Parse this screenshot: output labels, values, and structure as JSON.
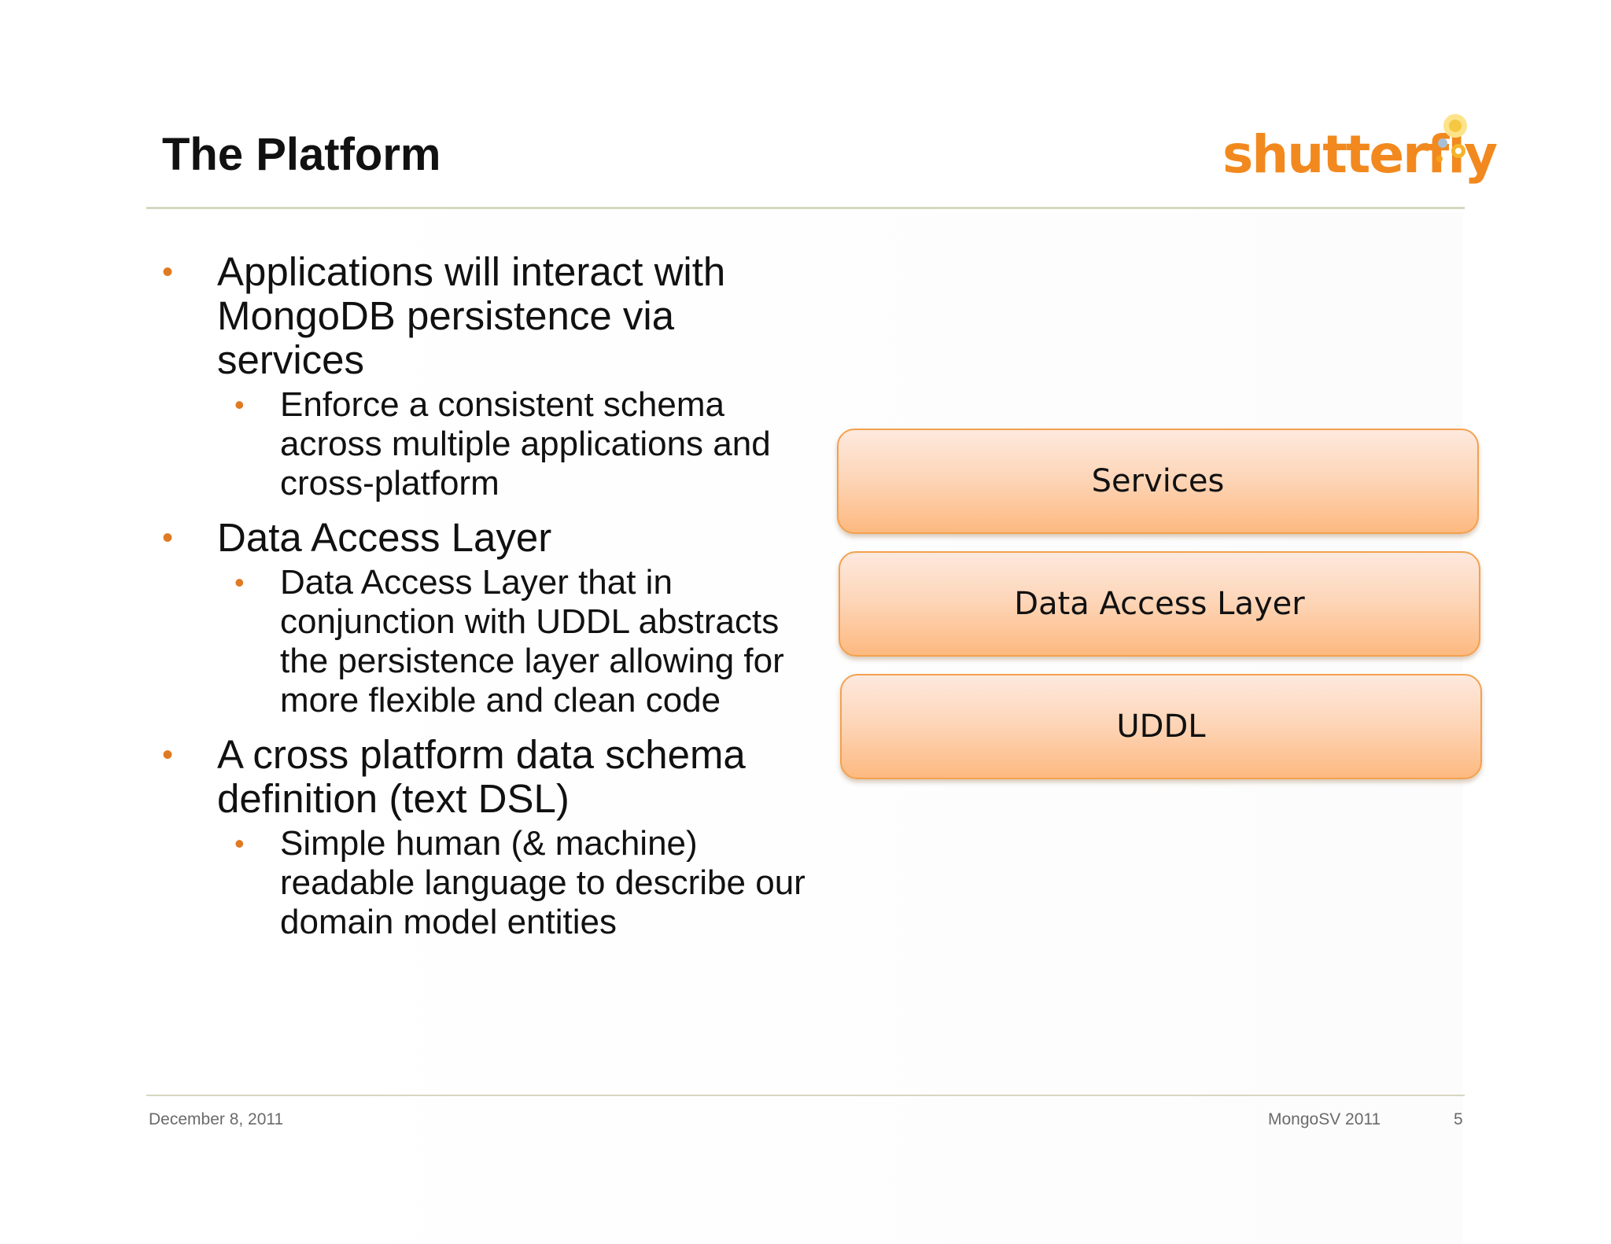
{
  "slide": {
    "title": "The Platform",
    "logo_text": "shutterfly",
    "bullets": [
      {
        "text": "Applications will interact with MongoDB persistence via services",
        "sub": [
          "Enforce a consistent schema across multiple applications and cross-platform"
        ]
      },
      {
        "text": "Data Access Layer",
        "sub": [
          "Data Access Layer that in conjunction with UDDL abstracts the persistence layer allowing for more flexible and clean code"
        ]
      },
      {
        "text": "A cross platform data schema definition (text DSL)",
        "sub": [
          "Simple human (& machine) readable language to describe our domain model entities"
        ]
      }
    ],
    "stack": [
      "Services",
      "Data Access Layer",
      "UDDL"
    ]
  },
  "footer": {
    "date": "December 8, 2011",
    "event": "MongoSV 2011",
    "page": "5"
  },
  "colors": {
    "accent": "#e07a22",
    "logo": "#f2891e",
    "box_border": "#f3a14e",
    "rule": "#d7d7c2"
  },
  "icons": [
    "logo-dots-icon",
    "bullet-dot-icon"
  ]
}
